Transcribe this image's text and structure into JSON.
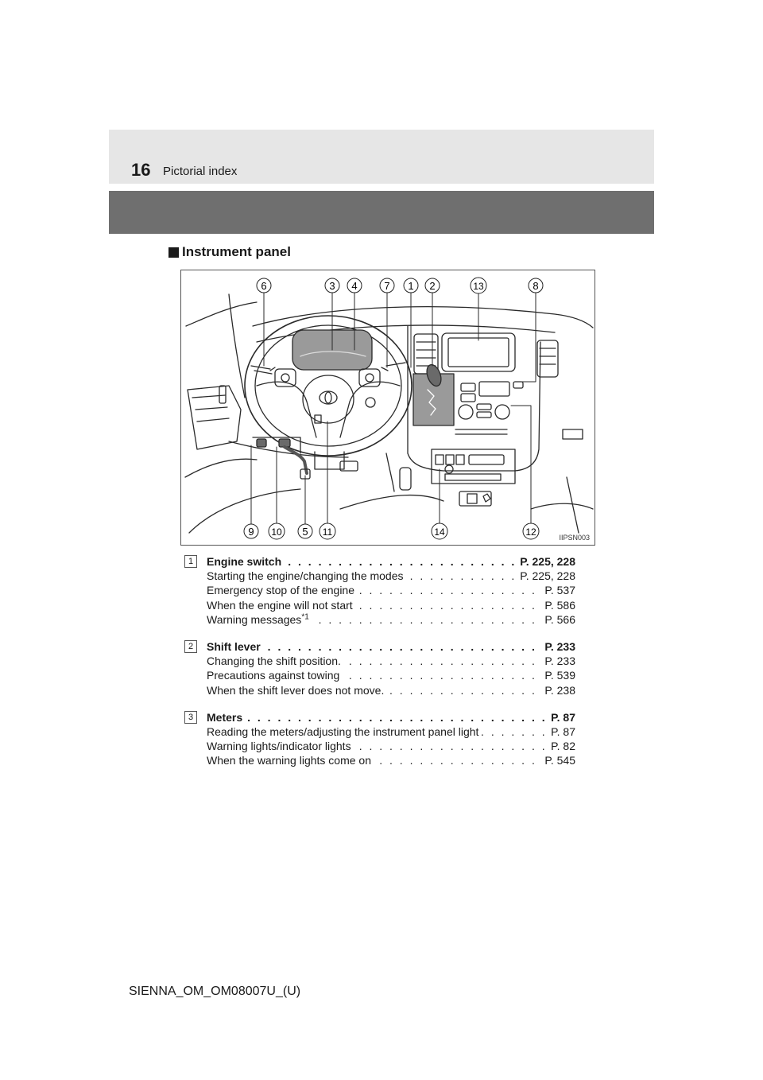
{
  "header": {
    "page_number": "16",
    "section": "Pictorial index"
  },
  "subheading": "Instrument panel",
  "figure": {
    "code": "IIPSN003",
    "callouts_top": [
      "6",
      "3",
      "4",
      "7",
      "1",
      "2",
      "13",
      "8"
    ],
    "callouts_bottom": [
      "9",
      "10",
      "5",
      "11",
      "14",
      "12"
    ]
  },
  "entries": [
    {
      "number": "1",
      "title": "Engine switch",
      "page": "P. 225, 228",
      "items": [
        {
          "text": "Starting the engine/changing the modes",
          "page": "P. 225, 228"
        },
        {
          "text": "Emergency stop of the engine",
          "page": "P. 537"
        },
        {
          "text": "When the engine will not start",
          "page": "P. 586"
        },
        {
          "text": "Warning messages",
          "sup": "*1",
          "page": "P. 566"
        }
      ]
    },
    {
      "number": "2",
      "title": "Shift lever",
      "page": "P. 233",
      "items": [
        {
          "text": "Changing the shift position.",
          "page": "P. 233"
        },
        {
          "text": "Precautions against towing",
          "page": "P. 539"
        },
        {
          "text": "When the shift lever does not move.",
          "page": "P. 238"
        }
      ]
    },
    {
      "number": "3",
      "title": "Meters",
      "page": "P. 87",
      "items": [
        {
          "text": "Reading the meters/adjusting the instrument panel light",
          "page": "P. 87"
        },
        {
          "text": "Warning lights/indicator lights",
          "page": "P. 82"
        },
        {
          "text": "When the warning lights come on",
          "page": "P. 545"
        }
      ]
    }
  ],
  "footer": "SIENNA_OM_OM08007U_(U)"
}
